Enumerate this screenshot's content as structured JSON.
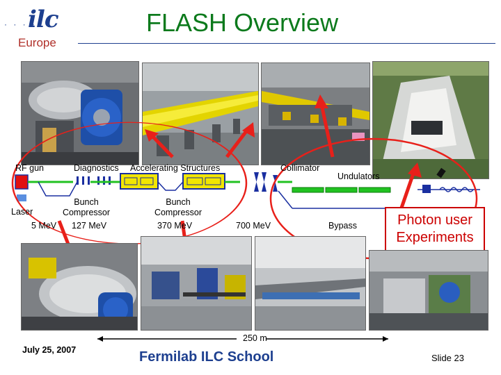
{
  "logo": {
    "text": "ilc",
    "subtitle": "Europe",
    "dots": "· · · ·"
  },
  "title": "FLASH Overview",
  "diagram": {
    "labels": {
      "rf_gun": "RF gun",
      "diagnostics": "Diagnostics",
      "accelerating_structures": "Accelerating Structures",
      "collimator": "Collimator",
      "undulators": "Undulators",
      "laser": "Laser",
      "bunch_compressor_1_line1": "Bunch",
      "bunch_compressor_1_line2": "Compressor",
      "energy_1": "5 MeV",
      "energy_2": "127 MeV",
      "bunch_compressor_2_line1": "Bunch",
      "bunch_compressor_2_line2": "Compressor",
      "energy_3": "370 MeV",
      "energy_4": "700 MeV",
      "bypass": "Bypass"
    },
    "photon_user_line1": "Photon user",
    "photon_user_line2": "Experiments",
    "scale": "250 m"
  },
  "footer": {
    "date": "July 25, 2007",
    "school": "Fermilab ILC School",
    "slide": "Slide 23"
  },
  "colors": {
    "title": "#0c7a1c",
    "logo_blue": "#1d3f8f",
    "europe_red": "#b0302a",
    "arrow_red": "#e8201a",
    "cavity_yellow": "#f2e600",
    "cavity_border": "#1a2fa0",
    "beamline_green": "#21c221"
  }
}
